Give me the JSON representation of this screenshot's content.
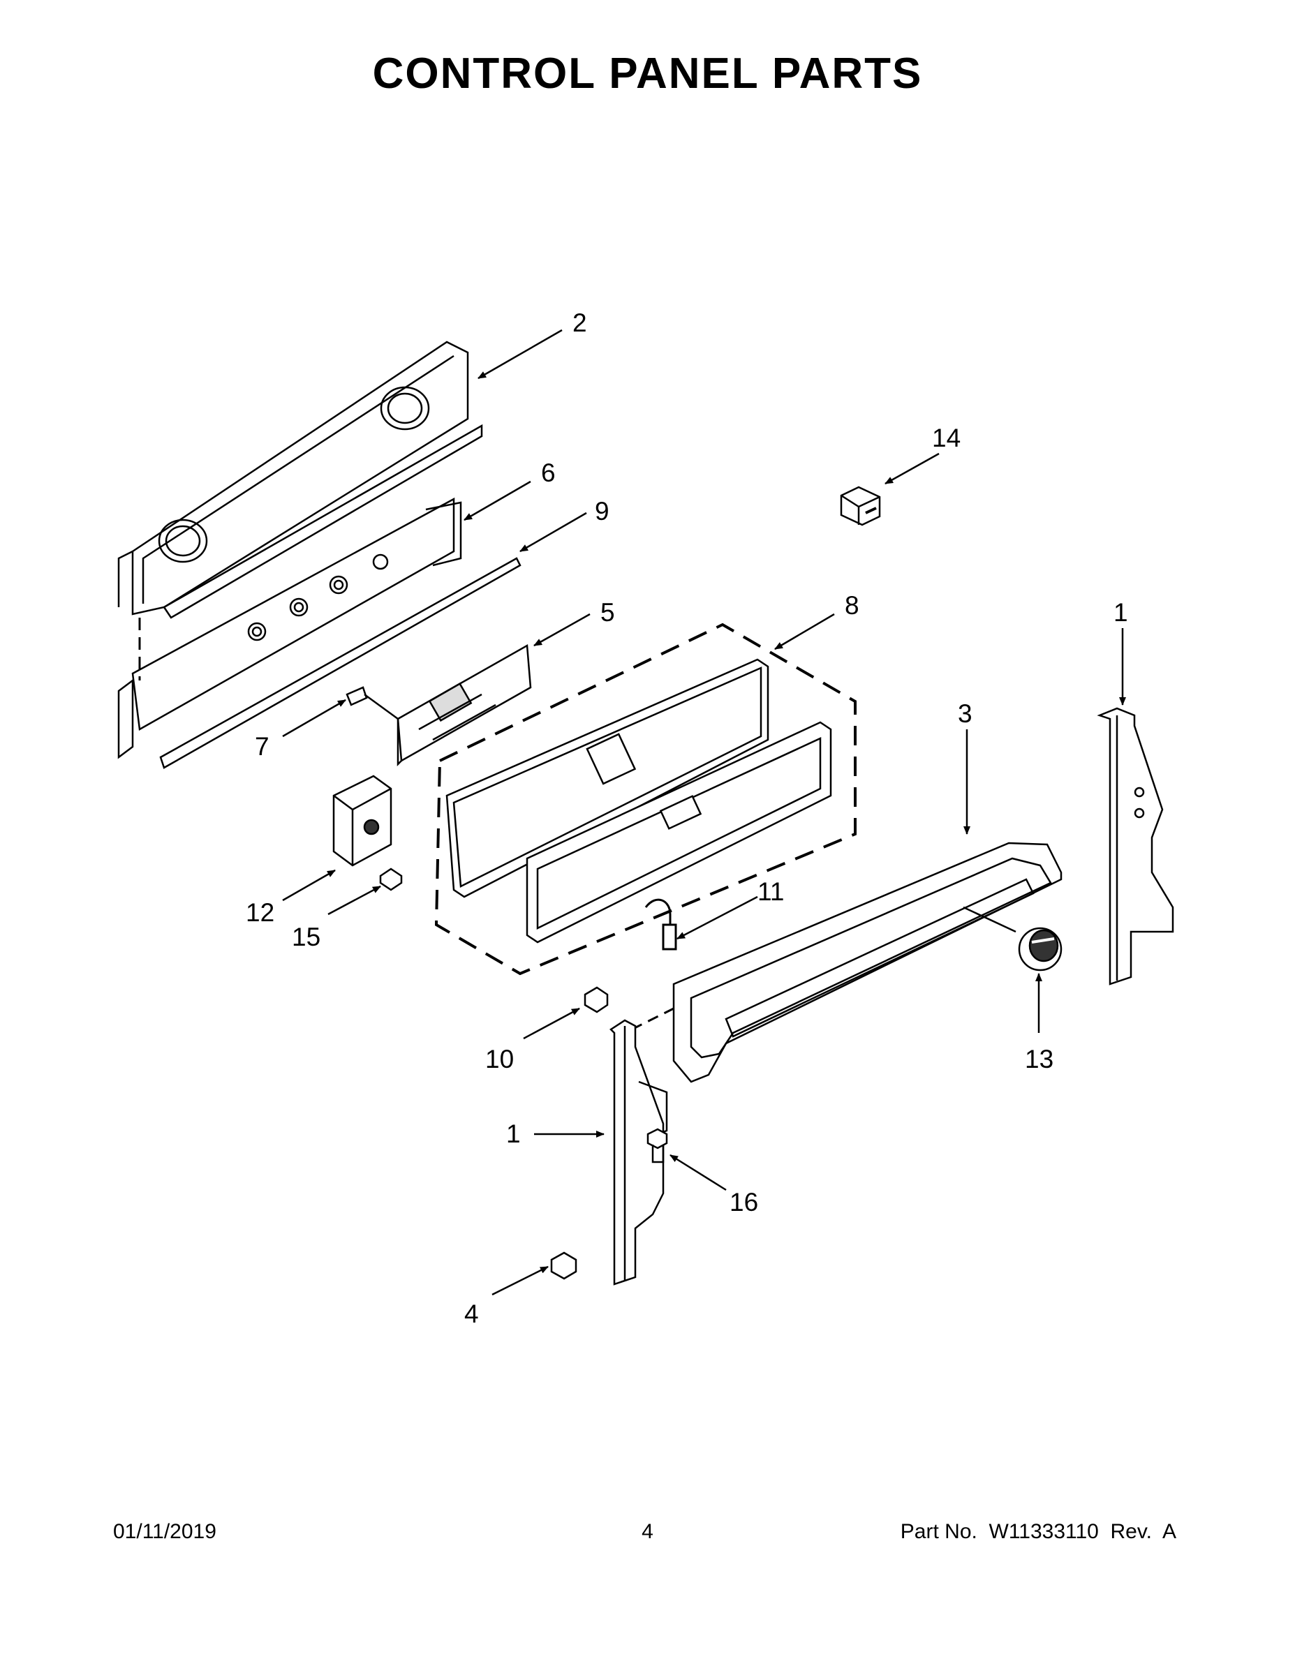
{
  "title": "CONTROL PANEL PARTS",
  "callouts": [
    "1",
    "2",
    "3",
    "4",
    "5",
    "6",
    "7",
    "8",
    "9",
    "10",
    "11",
    "12",
    "13",
    "14",
    "15",
    "16"
  ],
  "footer": {
    "date": "01/11/2019",
    "page": "4",
    "part": "Part No.  W11333110  Rev.  A"
  }
}
